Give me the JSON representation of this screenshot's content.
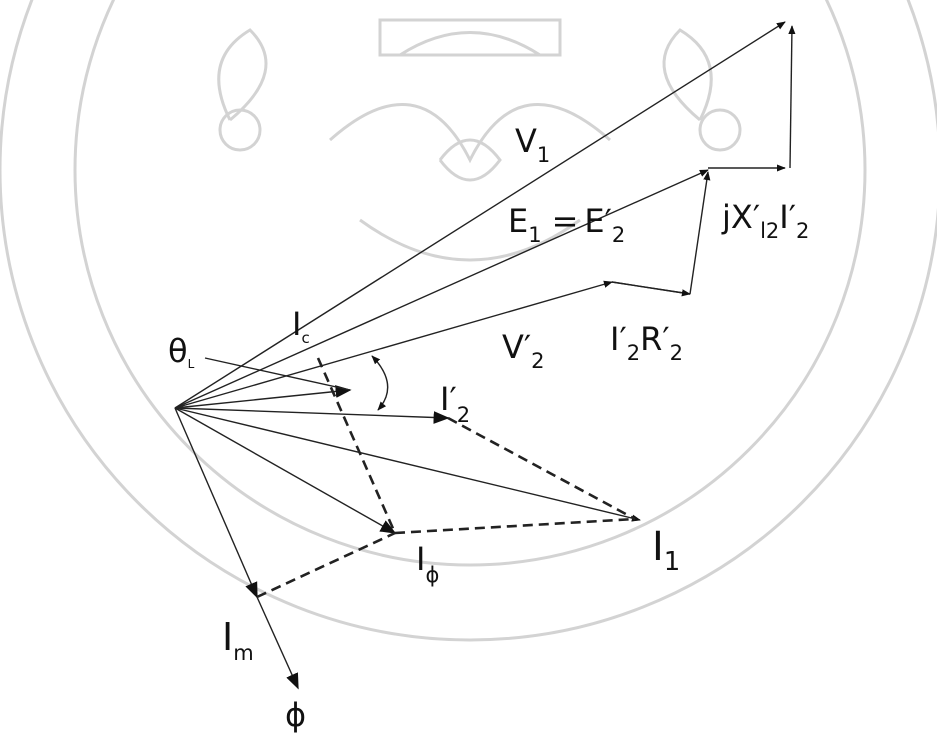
{
  "diagram": {
    "labels": {
      "v1": {
        "main": "V",
        "sub": "1"
      },
      "e1": {
        "main": "E",
        "sub": "1",
        "eq": "=",
        "main2": "E′",
        "sub2": "2"
      },
      "jx": {
        "pre": "jX′",
        "sub": "l2",
        "main2": "I′",
        "sub2": "2"
      },
      "v2": {
        "main": "V′",
        "sub": "2"
      },
      "ir": {
        "main": "I′",
        "sub": "2",
        "main2": "R′",
        "sub2": "2"
      },
      "theta": {
        "main": "θ",
        "sub": "L"
      },
      "ic": {
        "main": "I",
        "sub": "c"
      },
      "i2": {
        "main": "I′",
        "sub": "2"
      },
      "i1": {
        "main": "I",
        "sub": "1"
      },
      "iphi": {
        "main": "I",
        "sub": "ϕ"
      },
      "im": {
        "main": "I",
        "sub": "m"
      },
      "phi": {
        "main": "ϕ"
      }
    },
    "colors": {
      "ink": "#222222",
      "watermark": "#d3d3d3"
    }
  }
}
